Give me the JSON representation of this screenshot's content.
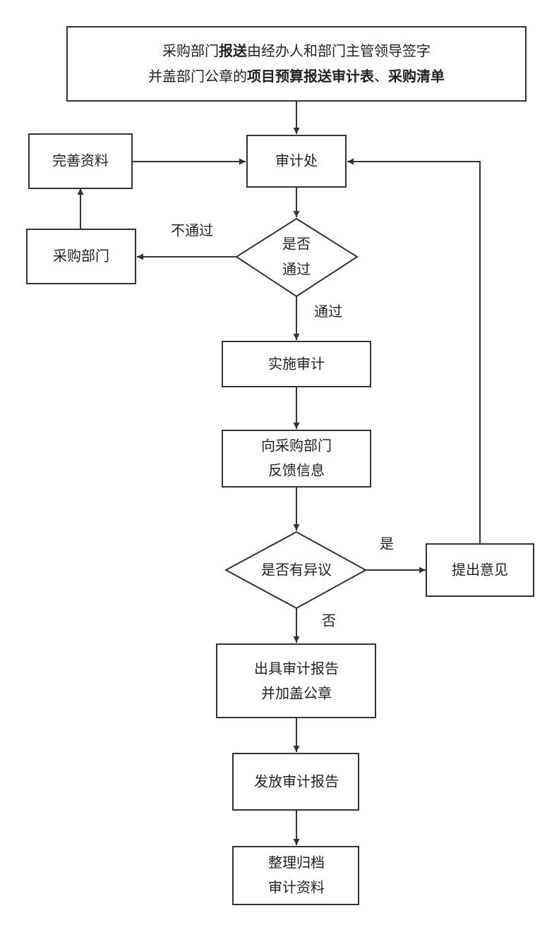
{
  "top": {
    "line1": [
      {
        "text": "采购部门",
        "bold": false
      },
      {
        "text": "报送",
        "bold": true
      },
      {
        "text": "由经办人和部门主管领导签字",
        "bold": false
      }
    ],
    "line2": [
      {
        "text": "并盖部门公章的",
        "bold": false
      },
      {
        "text": "项目预算报送审计表",
        "bold": true
      },
      {
        "text": "、",
        "bold": false
      },
      {
        "text": "采购清单",
        "bold": true
      }
    ]
  },
  "nodes": {
    "audit_office": "审计处",
    "complete_materials": "完善资料",
    "purchasing_dept": "采购部门",
    "pass_decision": [
      "是否",
      "通过"
    ],
    "implement_audit": "实施审计",
    "feedback": [
      "向采购部门",
      "反馈信息"
    ],
    "objection_decision": "是否有异议",
    "raise_opinion": "提出意见",
    "issue_report": [
      "出具审计报告",
      "并加盖公章"
    ],
    "distribute_report": "发放审计报告",
    "archive": [
      "整理归档",
      "审计资料"
    ]
  },
  "edges": {
    "fail": "不通过",
    "pass": "通过",
    "yes": "是",
    "no": "否"
  }
}
